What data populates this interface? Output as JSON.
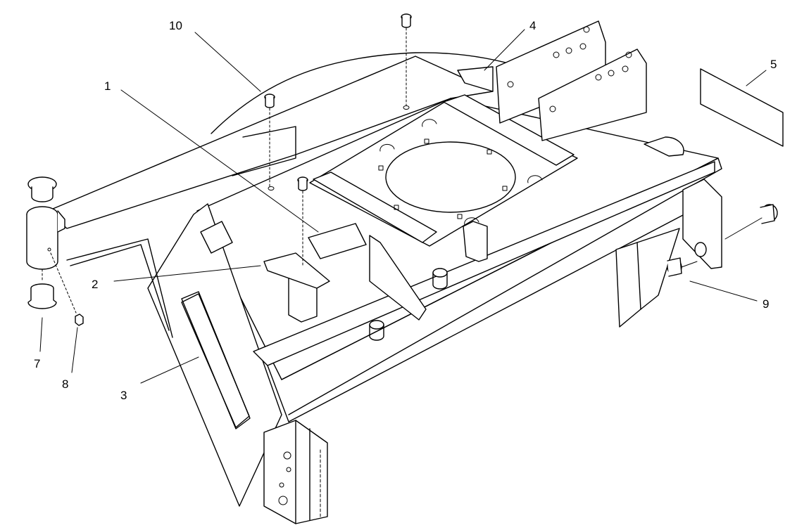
{
  "callouts": {
    "c1": "1",
    "c2": "2",
    "c3": "3",
    "c4": "4",
    "c5": "5",
    "c7": "7",
    "c8": "8",
    "c9": "9",
    "c10": "10"
  },
  "colors": {
    "line": "#000000",
    "background": "#ffffff"
  }
}
